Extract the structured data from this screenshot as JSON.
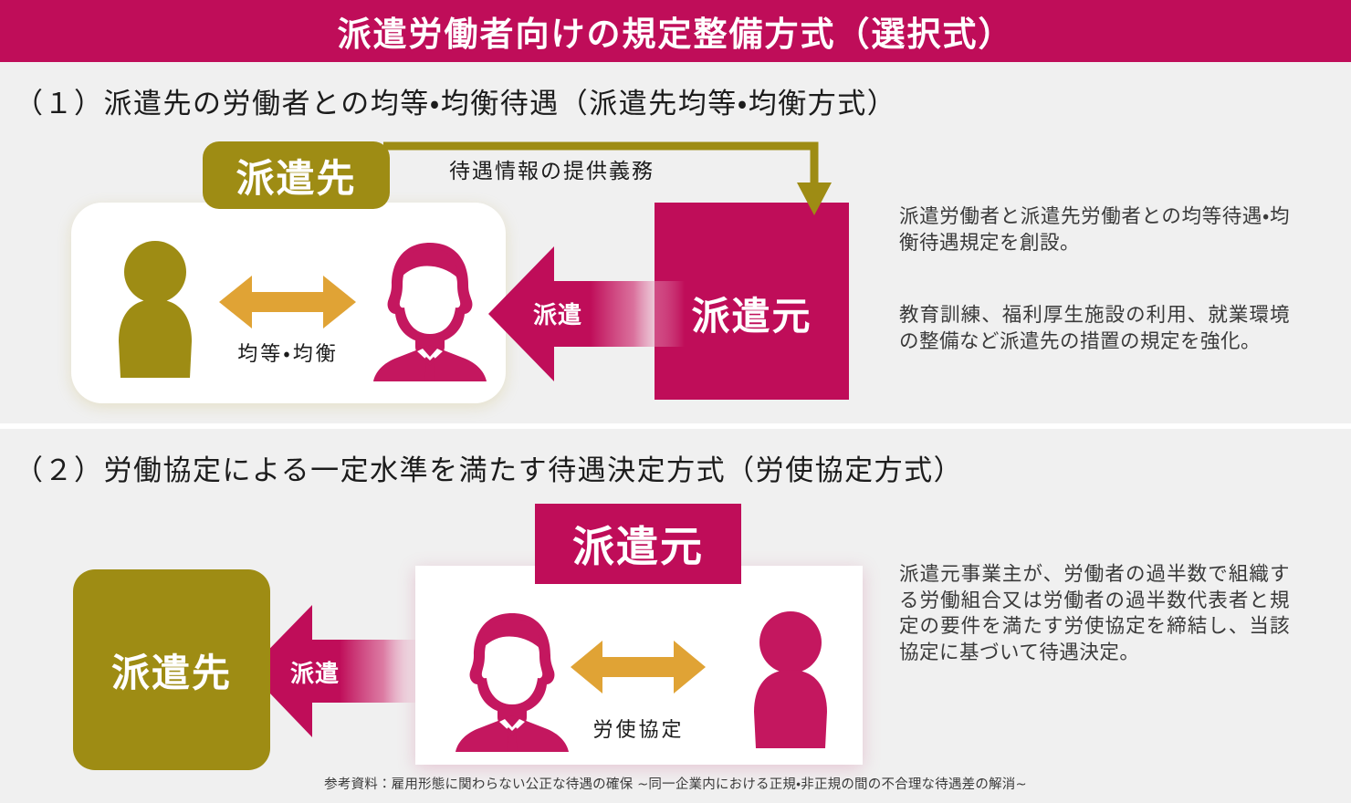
{
  "title": {
    "text": "派遣労働者向けの規定整備方式（選択式）",
    "band_color": "#bf0d59",
    "text_color": "#ffffff"
  },
  "palette": {
    "crimson": "#bf0d59",
    "olive": "#9e8c14",
    "amber": "#e0a335",
    "page_background": "#f0f0f0",
    "card_background": "#ffffff",
    "body_text": "#3a3a3a"
  },
  "sections": [
    {
      "id": "section-1",
      "heading": "（１）派遣先の労働者との均等・均衡待遇（派遣先均等・均衡方式）",
      "diagram": {
        "host_tag_label": "派遣先",
        "agency_box_label": "派遣元",
        "connector_label": "待遇情報の提供義務",
        "dispatch_arrow_label": "派遣",
        "relation_label": "均等・均衡",
        "host_worker_icon": "person-generic-icon",
        "dispatched_worker_icon": "person-male-icon"
      },
      "notes": [
        "派遣労働者と派遣先労働者との均等待遇・均衡待遇規定を創設。",
        "教育訓練、福利厚生施設の利用、就業環境の整備など派遣先の措置の規定を強化。"
      ]
    },
    {
      "id": "section-2",
      "heading": "（２）労働協定による一定水準を満たす待遇決定方式（労使協定方式）",
      "diagram": {
        "host_box_label": "派遣先",
        "agency_tag_label": "派遣元",
        "dispatch_arrow_label": "派遣",
        "relation_label": "労使協定",
        "employer_icon": "person-male-icon",
        "worker_rep_icon": "person-generic-icon"
      },
      "notes": [
        "派遣元事業主が、労働者の過半数で組織する労働組合又は労働者の過半数代表者と規定の要件を満たす労使協定を締結し、当該協定に基づいて待遇決定。"
      ]
    }
  ],
  "footer": {
    "citation": "参考資料：雇用形態に関わらない公正な待遇の確保 ~同一企業内における正規・非正規の間の不合理な待遇差の解消~"
  }
}
